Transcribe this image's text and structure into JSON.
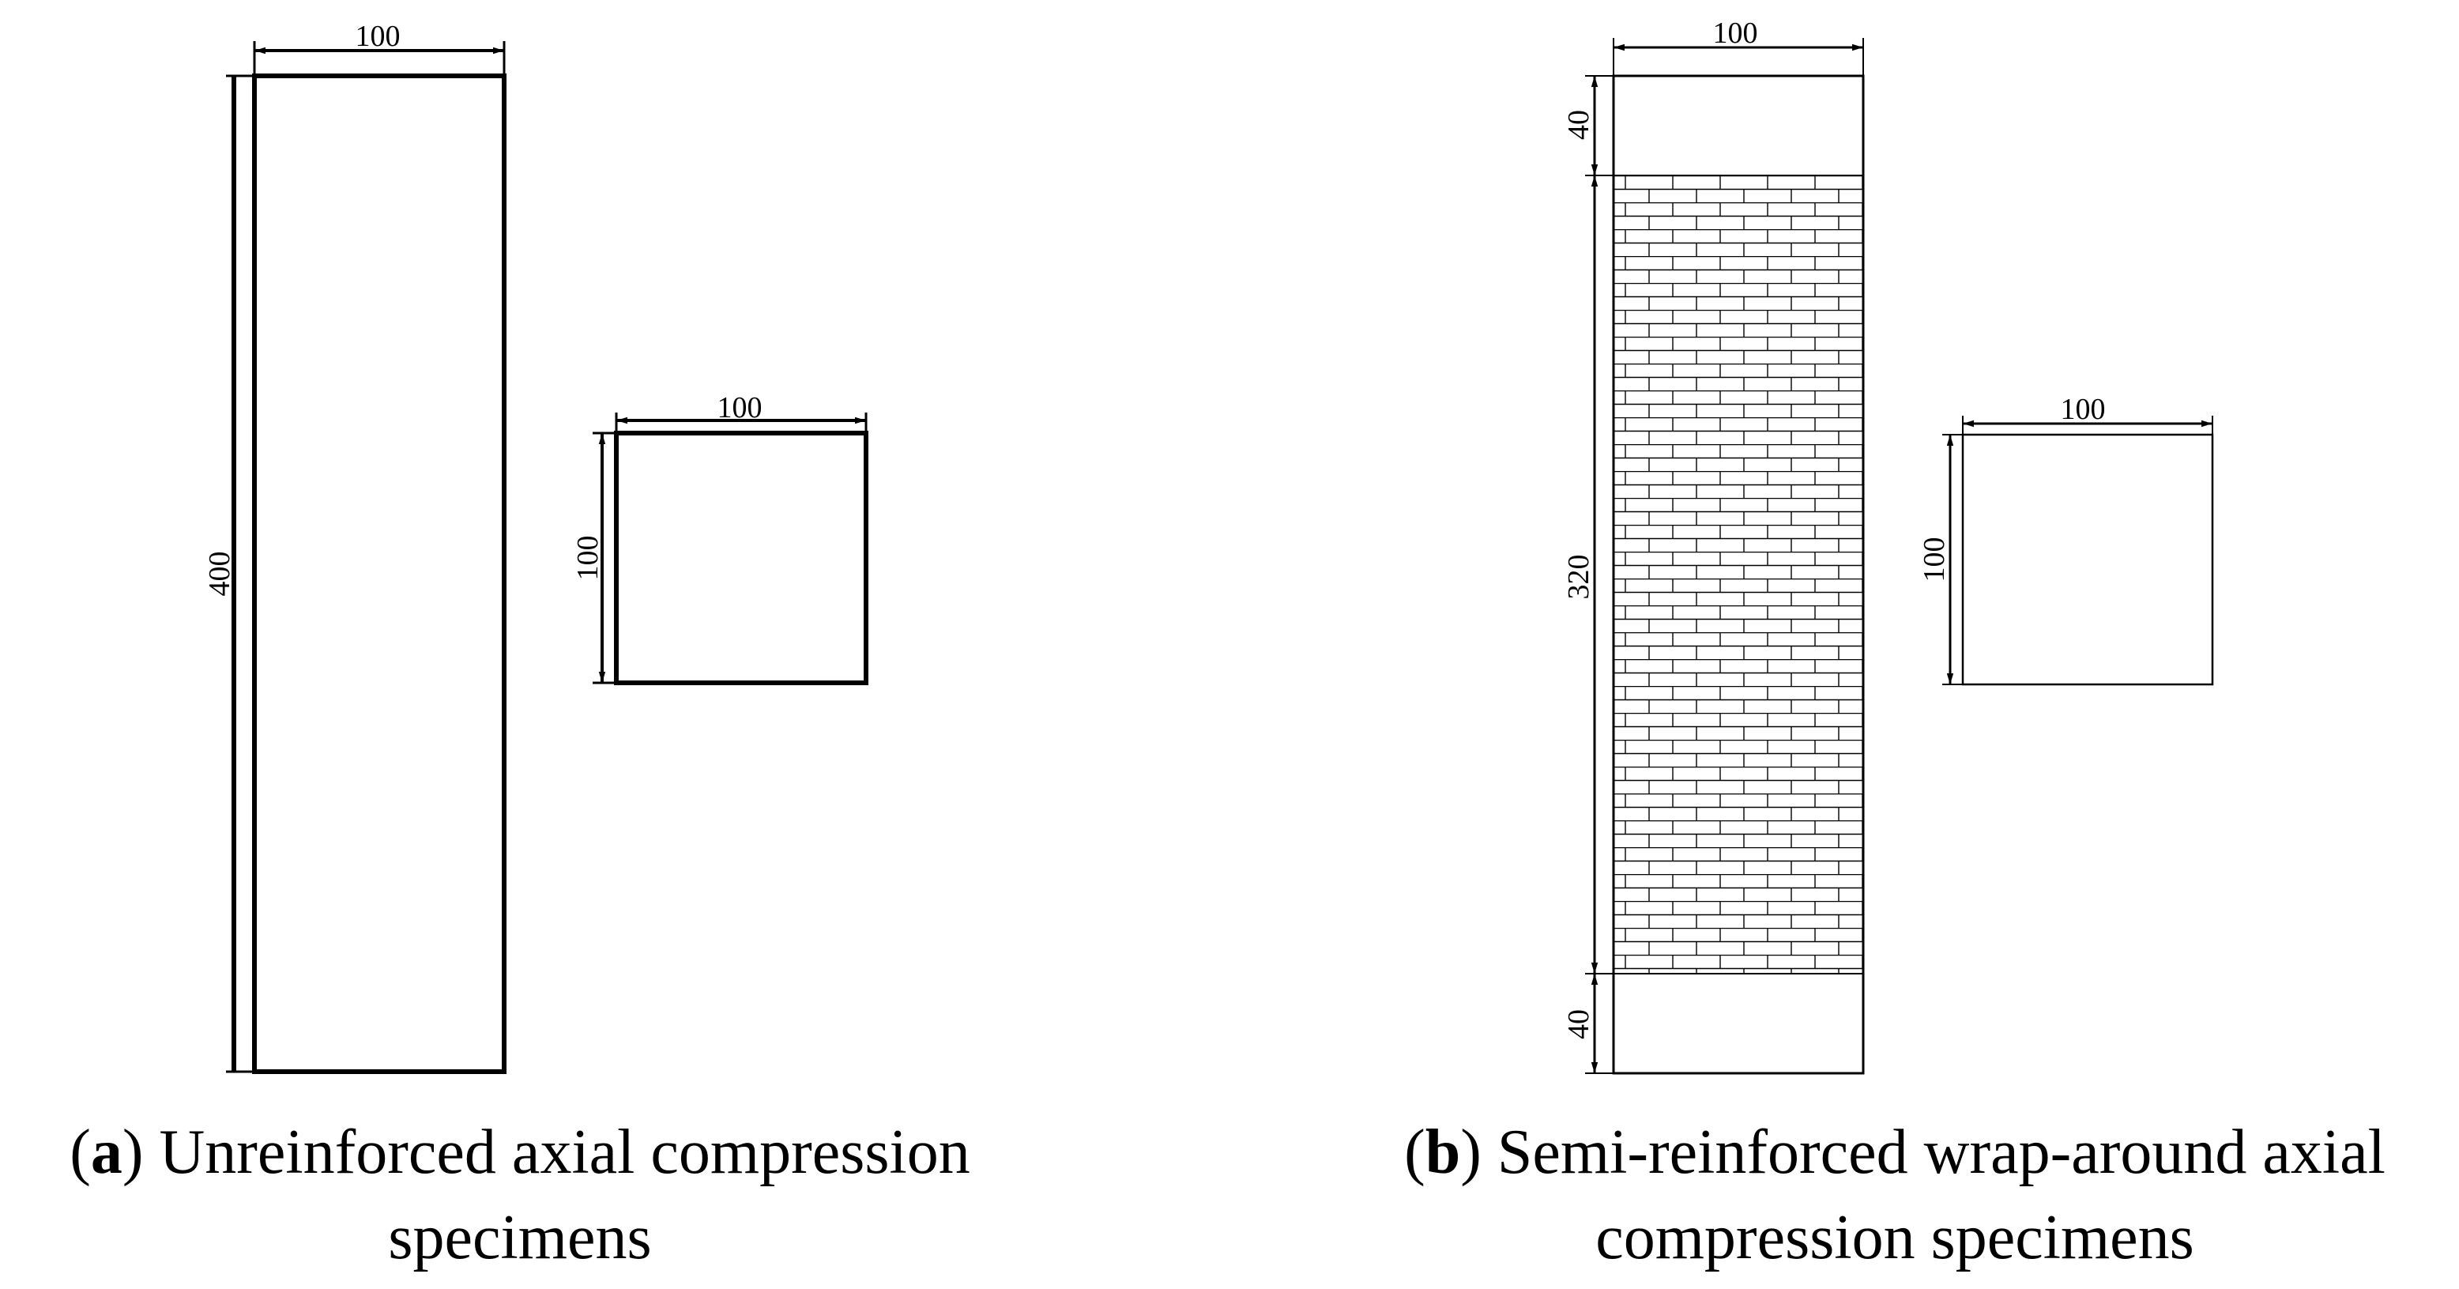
{
  "panel_a": {
    "dims": {
      "column_width": "100",
      "column_height": "400",
      "section_width": "100",
      "section_height": "100"
    },
    "caption": {
      "letter": "a",
      "line1": "Unreinforced axial compression",
      "line2": "specimens"
    }
  },
  "panel_b": {
    "dims": {
      "column_width": "100",
      "top_end": "40",
      "wrap_height": "320",
      "bottom_end": "40",
      "section_width": "100",
      "section_height": "100"
    },
    "caption": {
      "letter": "b",
      "line1": "Semi-reinforced wrap-around axial",
      "line2": "compression specimens"
    }
  },
  "colors": {
    "line": "#000000",
    "background": "#ffffff"
  }
}
